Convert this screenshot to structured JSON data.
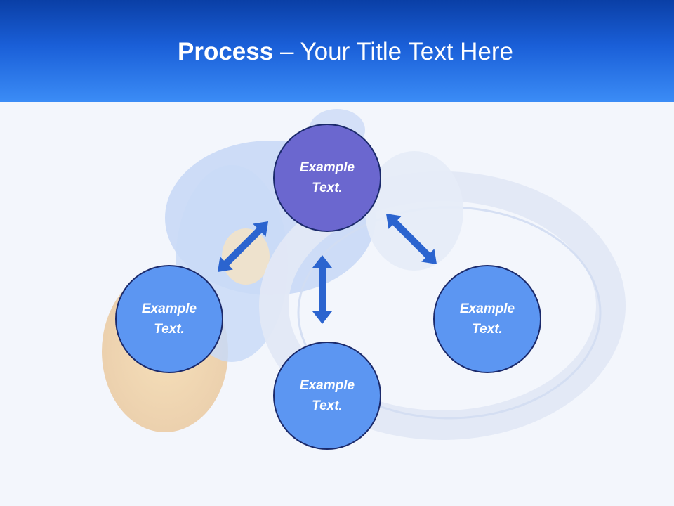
{
  "title": {
    "bold": "Process",
    "rest": " – Your Title Text Here"
  },
  "nodes": {
    "top": "Example Text.",
    "left": "Example Text.",
    "right": "Example Text.",
    "bottom": "Example Text."
  },
  "colors": {
    "header": "#1a5fd8",
    "top_node": "#6b67cf",
    "side_nodes": "#5c96f2",
    "arrows": "#2b64cf",
    "node_border": "#1b2a6b"
  }
}
